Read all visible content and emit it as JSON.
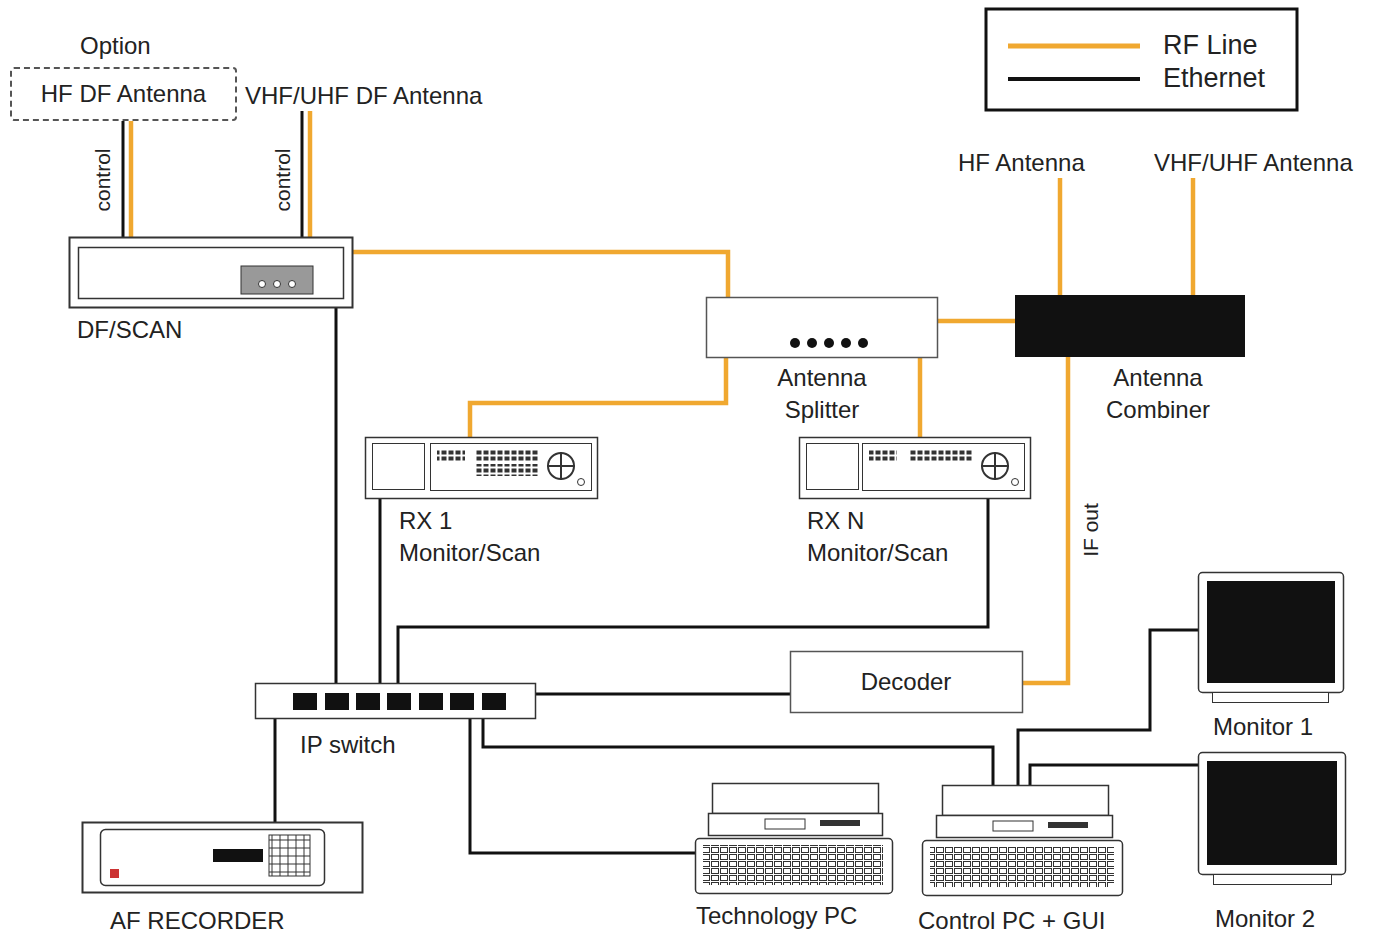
{
  "diagram": {
    "nodes": [
      {
        "text": [
          "Option",
          "HF DF Antenna"
        ]
      },
      {
        "text": [
          "VHF/UHF DF Antenna"
        ]
      },
      {
        "text": [
          "DF/SCAN"
        ]
      },
      {
        "text": [
          "Antenna Splitter"
        ]
      },
      {
        "text": [
          "Antenna Combiner"
        ]
      },
      {
        "text": [
          "HF Antenna"
        ]
      },
      {
        "text": [
          "VHF/UHF Antenna"
        ]
      },
      {
        "text": [
          "RX 1 Monitor/Scan"
        ]
      },
      {
        "text": [
          "RX N Monitor/Scan"
        ]
      },
      {
        "text": [
          "IP switch"
        ]
      },
      {
        "text": [
          "Decoder"
        ]
      },
      {
        "text": [
          "AF RECORDER"
        ]
      },
      {
        "text": [
          "Technology PC"
        ]
      },
      {
        "text": [
          "Control PC + GUI"
        ]
      },
      {
        "text": [
          "Monitor 1"
        ]
      },
      {
        "text": [
          "Monitor 2"
        ]
      }
    ],
    "edges": [
      {
        "from": 0,
        "to": 2,
        "label": "control",
        "arrow": "none"
      },
      {
        "from": 0,
        "to": 2,
        "arrow": "none"
      },
      {
        "from": 1,
        "to": 2,
        "label": "control",
        "arrow": "none"
      },
      {
        "from": 1,
        "to": 2,
        "arrow": "none"
      },
      {
        "from": 2,
        "to": 3,
        "arrow": "none"
      },
      {
        "from": 3,
        "to": 7,
        "arrow": "none"
      },
      {
        "from": 3,
        "to": 8,
        "arrow": "none"
      },
      {
        "from": 3,
        "to": 4,
        "arrow": "none"
      },
      {
        "from": 5,
        "to": 4,
        "arrow": "none"
      },
      {
        "from": 6,
        "to": 4,
        "arrow": "none"
      },
      {
        "from": 4,
        "to": 10,
        "label": "IF out",
        "arrow": "none"
      },
      {
        "from": 2,
        "to": 9,
        "arrow": "none"
      },
      {
        "from": 7,
        "to": 9,
        "arrow": "none"
      },
      {
        "from": 8,
        "to": 9,
        "arrow": "none"
      },
      {
        "from": 9,
        "to": 10,
        "arrow": "none"
      },
      {
        "from": 9,
        "to": 11,
        "arrow": "none"
      },
      {
        "from": 9,
        "to": 12,
        "arrow": "none"
      },
      {
        "from": 9,
        "to": 13,
        "arrow": "none"
      },
      {
        "from": 13,
        "to": 14,
        "arrow": "none"
      },
      {
        "from": 13,
        "to": 15,
        "arrow": "none"
      }
    ],
    "legend": [
      {
        "text": "RF Line"
      },
      {
        "text": "Ethernet"
      }
    ]
  }
}
